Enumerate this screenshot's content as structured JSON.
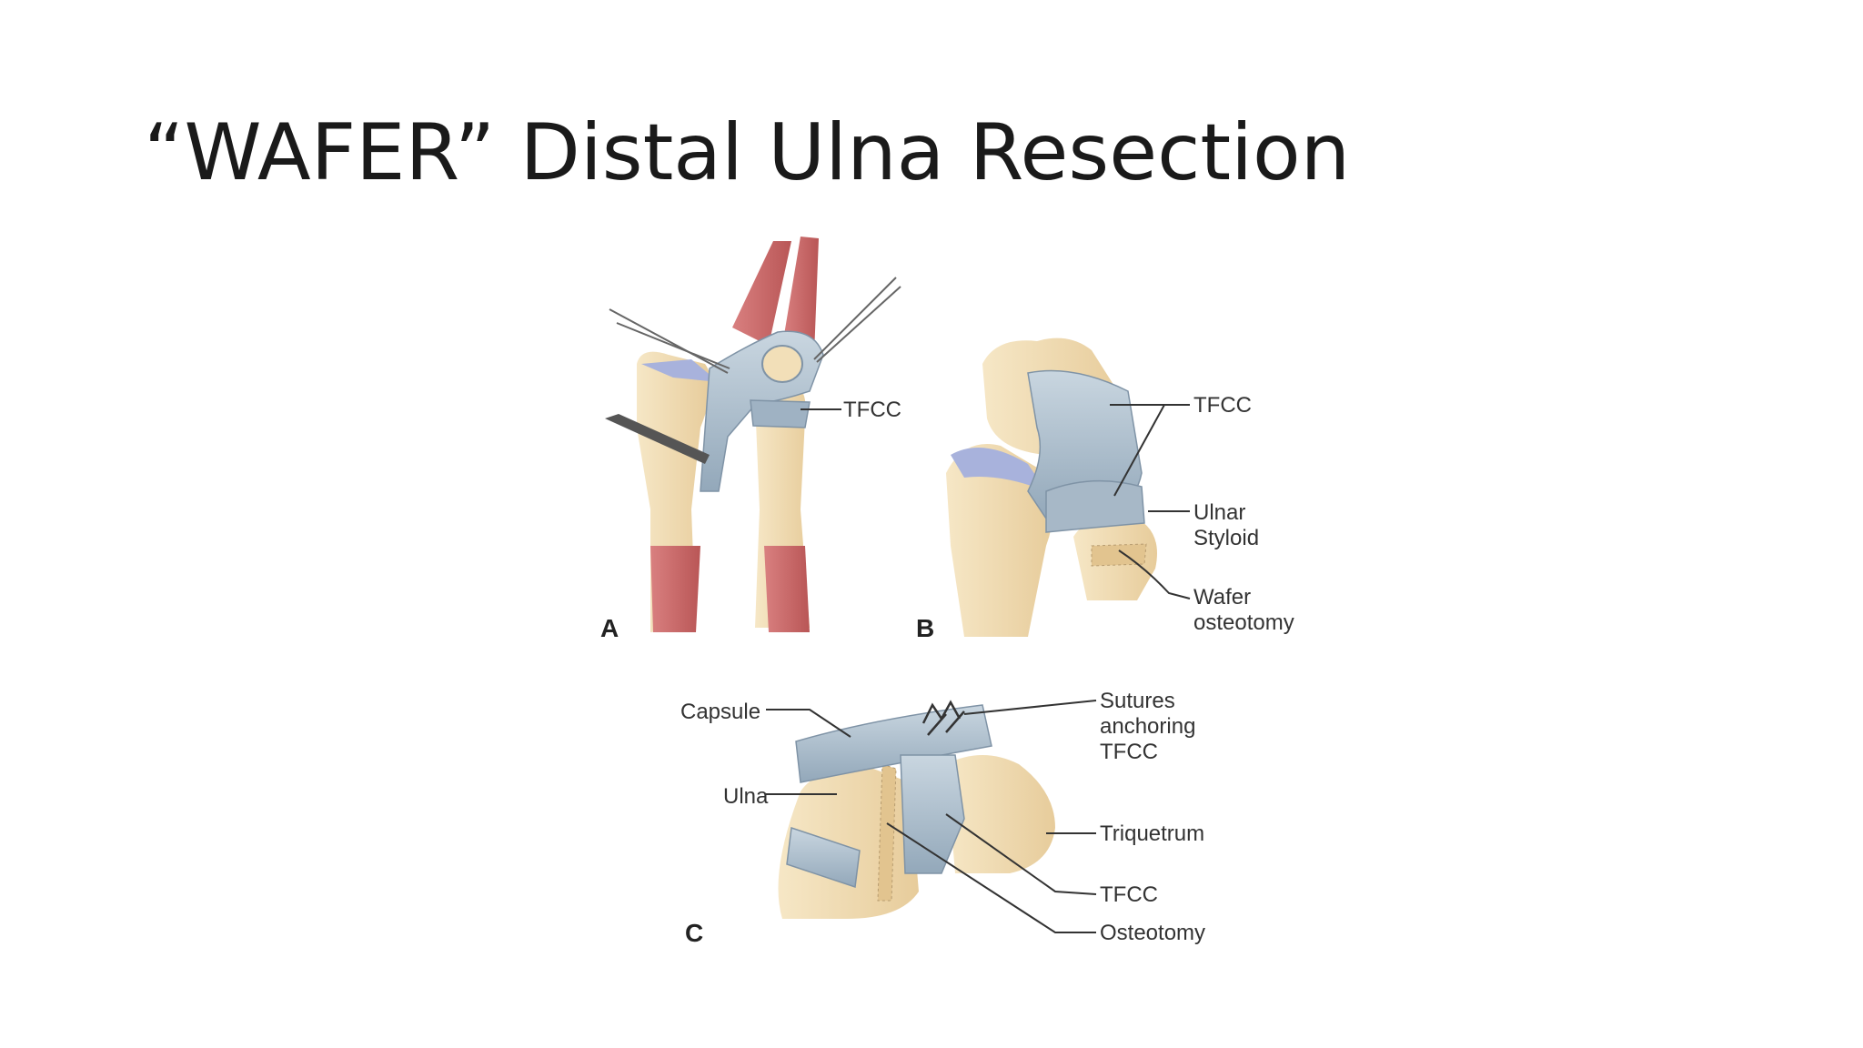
{
  "slide": {
    "title": "“WAFER” Distal Ulna Resection"
  },
  "figure": {
    "panel_a": {
      "letter": "A",
      "labels": {
        "tfcc": "TFCC"
      }
    },
    "panel_b": {
      "letter": "B",
      "labels": {
        "tfcc": "TFCC",
        "ulnar_styloid_1": "Ulnar",
        "ulnar_styloid_2": "Styloid",
        "wafer_1": "Wafer",
        "wafer_2": "osteotomy"
      }
    },
    "panel_c": {
      "letter": "C",
      "labels": {
        "capsule": "Capsule",
        "ulna": "Ulna",
        "sutures_1": "Sutures",
        "sutures_2": "anchoring",
        "sutures_3": "TFCC",
        "triquetrum": "Triquetrum",
        "tfcc": "TFCC",
        "osteotomy": "Osteotomy"
      }
    },
    "colors": {
      "bone": "#f2dfb8",
      "bone_shade": "#e6c996",
      "ligament": "#b8c7d4",
      "ligament_dark": "#8ea3b6",
      "muscle": "#cf6b6b",
      "cartilage": "#a8b2dc"
    }
  }
}
